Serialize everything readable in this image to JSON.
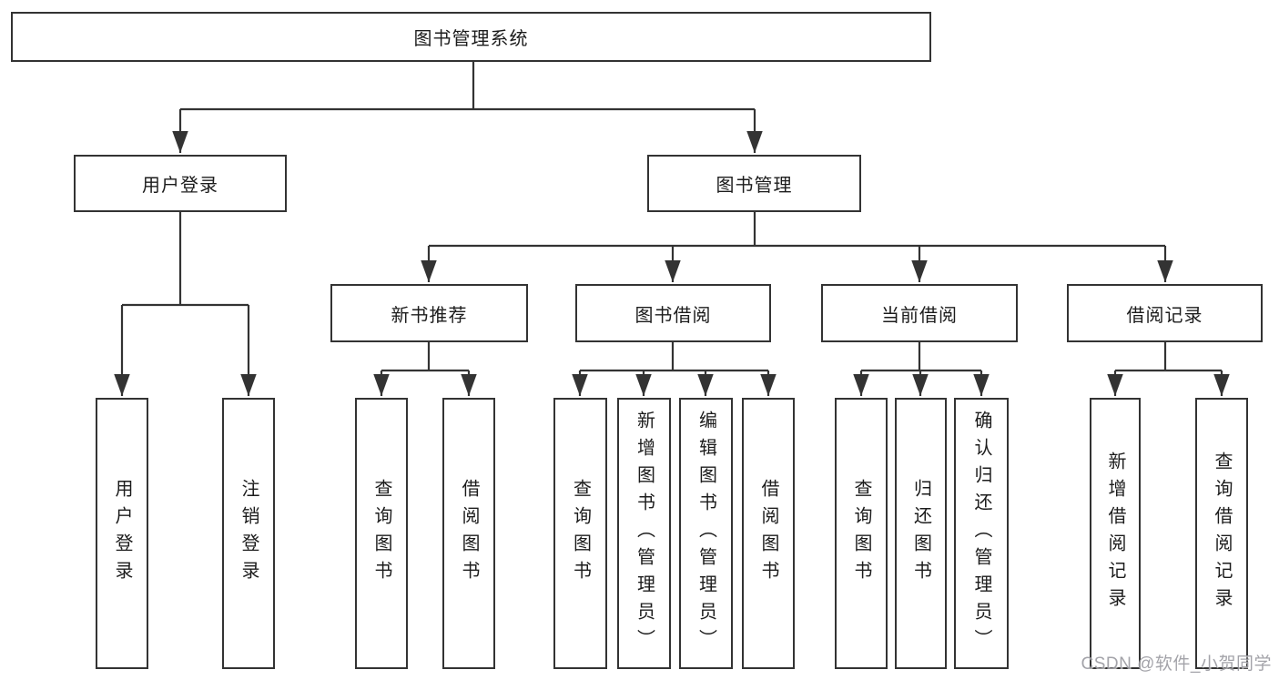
{
  "diagram": {
    "root": {
      "label": "图书管理系统"
    },
    "level2": [
      {
        "key": "user_login",
        "label": "用户登录"
      },
      {
        "key": "book_mgmt",
        "label": "图书管理"
      }
    ],
    "level3": [
      {
        "key": "new_book_rec",
        "label": "新书推荐"
      },
      {
        "key": "book_borrow",
        "label": "图书借阅"
      },
      {
        "key": "current_borrow",
        "label": "当前借阅"
      },
      {
        "key": "borrow_record",
        "label": "借阅记录"
      }
    ],
    "leaves": {
      "user_login": [
        "用户登录",
        "注销登录"
      ],
      "new_book_rec": [
        "查询图书",
        "借阅图书"
      ],
      "book_borrow": [
        "查询图书",
        "新增图书（管理员）",
        "编辑图书（管理员）",
        "借阅图书"
      ],
      "current_borrow": [
        "查询图书",
        "归还图书",
        "确认归还（管理员）"
      ],
      "borrow_record": [
        "新增借阅记录",
        "查询借阅记录"
      ]
    }
  },
  "watermark": {
    "text": "CSDN @软件_小贺同学"
  },
  "colors": {
    "background": "#ffffff",
    "line": "#333333",
    "box_border": "#333333",
    "box_fill": "#ffffff",
    "text": "#1c1c1c",
    "watermark": "#9c9ca2"
  }
}
